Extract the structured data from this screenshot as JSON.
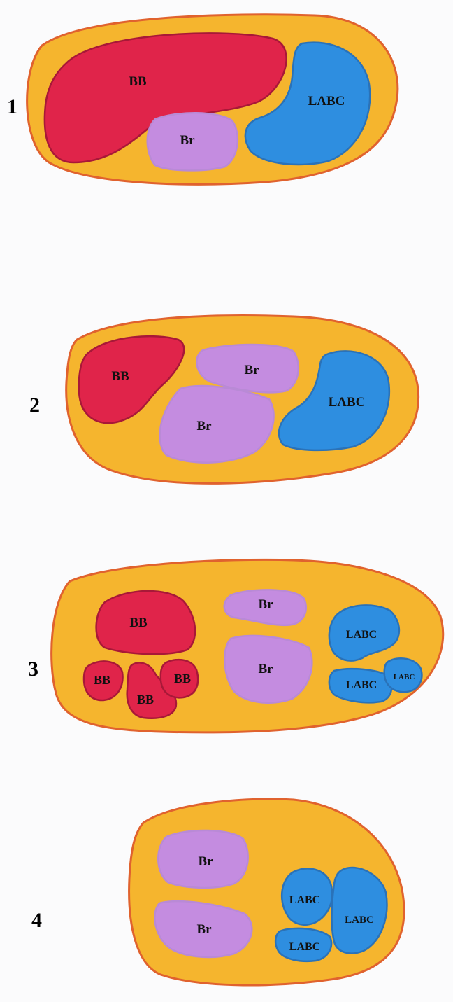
{
  "colors": {
    "sheath_fill": "#f5b52e",
    "sheath_stroke": "#e0622e",
    "bb_fill": "#e0244a",
    "br_fill": "#c48ce0",
    "labc_fill": "#2e8ee0",
    "label_color": "#111111"
  },
  "sections": [
    {
      "number": "1",
      "compartments": [
        {
          "kind": "bb",
          "label": "BB"
        },
        {
          "kind": "br",
          "label": "Br"
        },
        {
          "kind": "labc",
          "label": "LABC"
        }
      ]
    },
    {
      "number": "2",
      "compartments": [
        {
          "kind": "bb",
          "label": "BB"
        },
        {
          "kind": "br",
          "label": "Br"
        },
        {
          "kind": "br",
          "label": "Br"
        },
        {
          "kind": "labc",
          "label": "LABC"
        }
      ]
    },
    {
      "number": "3",
      "compartments": [
        {
          "kind": "bb",
          "label": "BB"
        },
        {
          "kind": "bb",
          "label": "BB"
        },
        {
          "kind": "bb",
          "label": "BB"
        },
        {
          "kind": "bb",
          "label": "BB"
        },
        {
          "kind": "br",
          "label": "Br"
        },
        {
          "kind": "br",
          "label": "Br"
        },
        {
          "kind": "labc",
          "label": "LABC"
        },
        {
          "kind": "labc",
          "label": "LABC"
        },
        {
          "kind": "labc",
          "label": "LABC"
        }
      ]
    },
    {
      "number": "4",
      "compartments": [
        {
          "kind": "br",
          "label": "Br"
        },
        {
          "kind": "br",
          "label": "Br"
        },
        {
          "kind": "labc",
          "label": "LABC"
        },
        {
          "kind": "labc",
          "label": "LABC"
        },
        {
          "kind": "labc",
          "label": "LABC"
        }
      ]
    }
  ]
}
